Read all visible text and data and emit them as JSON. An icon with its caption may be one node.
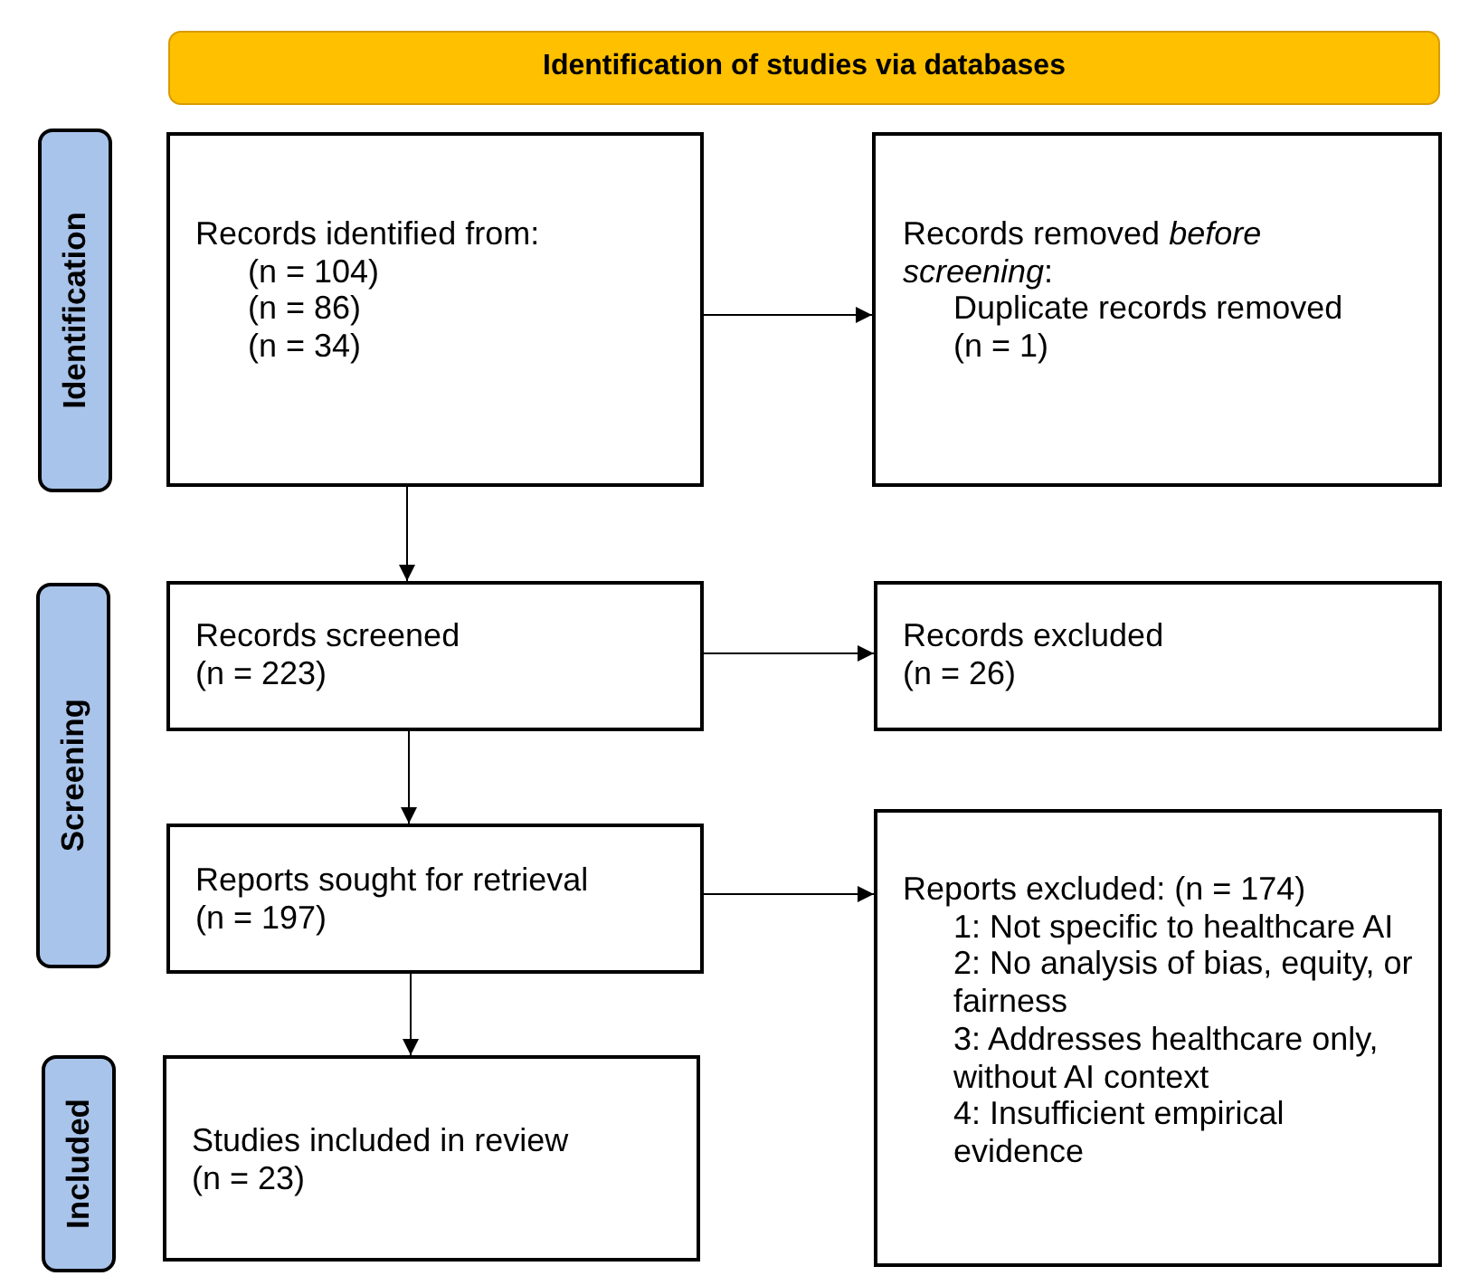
{
  "diagram": {
    "nodes": [
      {
        "text": [
          "Identification of studies via databases"
        ]
      },
      {
        "text": [
          "Identification"
        ]
      },
      {
        "text": [
          "Records identified from:",
          "(n = 104)",
          "(n = 86)",
          "(n = 34)"
        ]
      },
      {
        "text": [
          "Records removed *before screening*:",
          "Duplicate records removed",
          "(n = 1)"
        ]
      },
      {
        "text": [
          "Screening"
        ]
      },
      {
        "text": [
          "Records screened",
          "(n = 223)"
        ]
      },
      {
        "text": [
          "Records excluded",
          "(n = 26)"
        ]
      },
      {
        "text": [
          "Reports sought for retrieval",
          "(n = 197)"
        ]
      },
      {
        "text": [
          "Reports excluded: (n = 174)",
          "1: Not specific to healthcare AI",
          "2: No analysis of bias, equity, or fairness",
          "3: Addresses healthcare only, without AI context",
          "4: Insufficient empirical evidence"
        ]
      },
      {
        "text": [
          "Included"
        ]
      },
      {
        "text": [
          "Studies included in review",
          "(n = 23)"
        ]
      }
    ],
    "edges": [
      {
        "from": 2,
        "to": 3,
        "arrow": "to"
      },
      {
        "from": 2,
        "to": 5,
        "arrow": "to"
      },
      {
        "from": 5,
        "to": 6,
        "arrow": "to"
      },
      {
        "from": 5,
        "to": 7,
        "arrow": "to"
      },
      {
        "from": 7,
        "to": 8,
        "arrow": "to"
      },
      {
        "from": 7,
        "to": 10,
        "arrow": "to"
      }
    ]
  }
}
